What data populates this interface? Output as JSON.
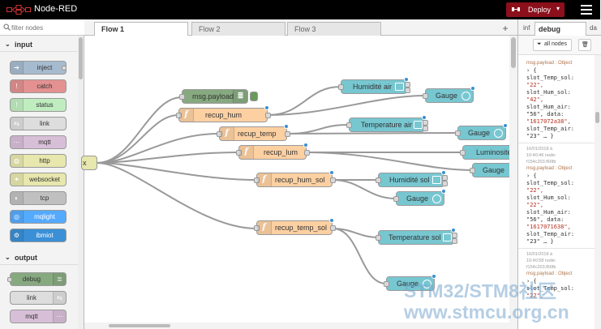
{
  "app": {
    "title": "Node-RED"
  },
  "header": {
    "deploy_label": "Deploy",
    "deploy_caret": "▾"
  },
  "palette": {
    "filter_placeholder": "filter nodes",
    "categories": [
      {
        "label": "input",
        "nodes": [
          "inject",
          "catch",
          "status",
          "link",
          "mqtt",
          "http",
          "websocket",
          "tcp",
          "mqlight",
          "ibmiot"
        ]
      },
      {
        "label": "output",
        "nodes": [
          "debug",
          "link",
          "mqtt"
        ]
      }
    ]
  },
  "tabs": [
    "Flow 1",
    "Flow 2",
    "Flow 3"
  ],
  "add_tab": "+",
  "flow": {
    "nodes": {
      "x_partial": "x",
      "msg_payload": "msg.payload",
      "recup_hum": "recup_hum",
      "recup_temp": "recup_temp",
      "recup_lum": "recup_lum",
      "recup_hum_sol": "recup_hum_sol",
      "recup_temp_sol": "recup_temp_sol",
      "humidite_air": "Humidité air",
      "gauge_1": "Gauge",
      "temperature_air": "Temperature air",
      "gauge_2": "Gauge",
      "luminosite": "Luminosité",
      "gauge_3": "Gauge",
      "humidite_sol": "Humidité sol",
      "gauge_4": "Gauge",
      "temperature_sol": "Temperature sol",
      "gauge_5": "Gauge"
    }
  },
  "sidebar": {
    "tab_info": "inf",
    "tab_debug": "debug",
    "tab_dash": "da",
    "filter_label": "all nodes",
    "messages": [
      {
        "title": "msg.payload : Object",
        "lines": [
          "{",
          "slot_Temp_sol:",
          "\"22\",",
          "slot_Hum_sol:",
          "\"42\",",
          "slot_Hum_air:",
          "\"56\", data:",
          "\"1617072a38\",",
          "slot_Temp_air:",
          "\"23\" … }"
        ]
      },
      {
        "meta1": "16/01/2018 à",
        "meta2": "10:40:46   node:",
        "meta3": "f154c203.f66fb",
        "title": "msg.payload : Object",
        "lines": [
          "{",
          "slot_Temp_sol:",
          "\"22\",",
          "slot_Hum_sol:",
          "\"22\",",
          "slot_Hum_air:",
          "\"56\", data:",
          "\"1617071638\",",
          "slot_Temp_air:",
          "\"23\" … }"
        ]
      },
      {
        "meta1": "16/01/2018 à",
        "meta2": "10:40:58   node:",
        "meta3": "f154c203.f66fb",
        "title": "msg.payload : Object",
        "lines": [
          "{",
          "slot_Temp_sol:",
          "\"22\","
        ]
      }
    ]
  },
  "watermark": {
    "line1": "STM32/STM8社区",
    "line2": "www.stmcu.org.cn"
  },
  "colors": {
    "header_bg": "#000000",
    "deploy_bg": "#8c101c",
    "function_node": "#fdd0a2",
    "dashboard_node": "#77c7d1",
    "debug_node": "#87a980",
    "wire": "#999999",
    "status_dot": "#3b8fd1"
  }
}
